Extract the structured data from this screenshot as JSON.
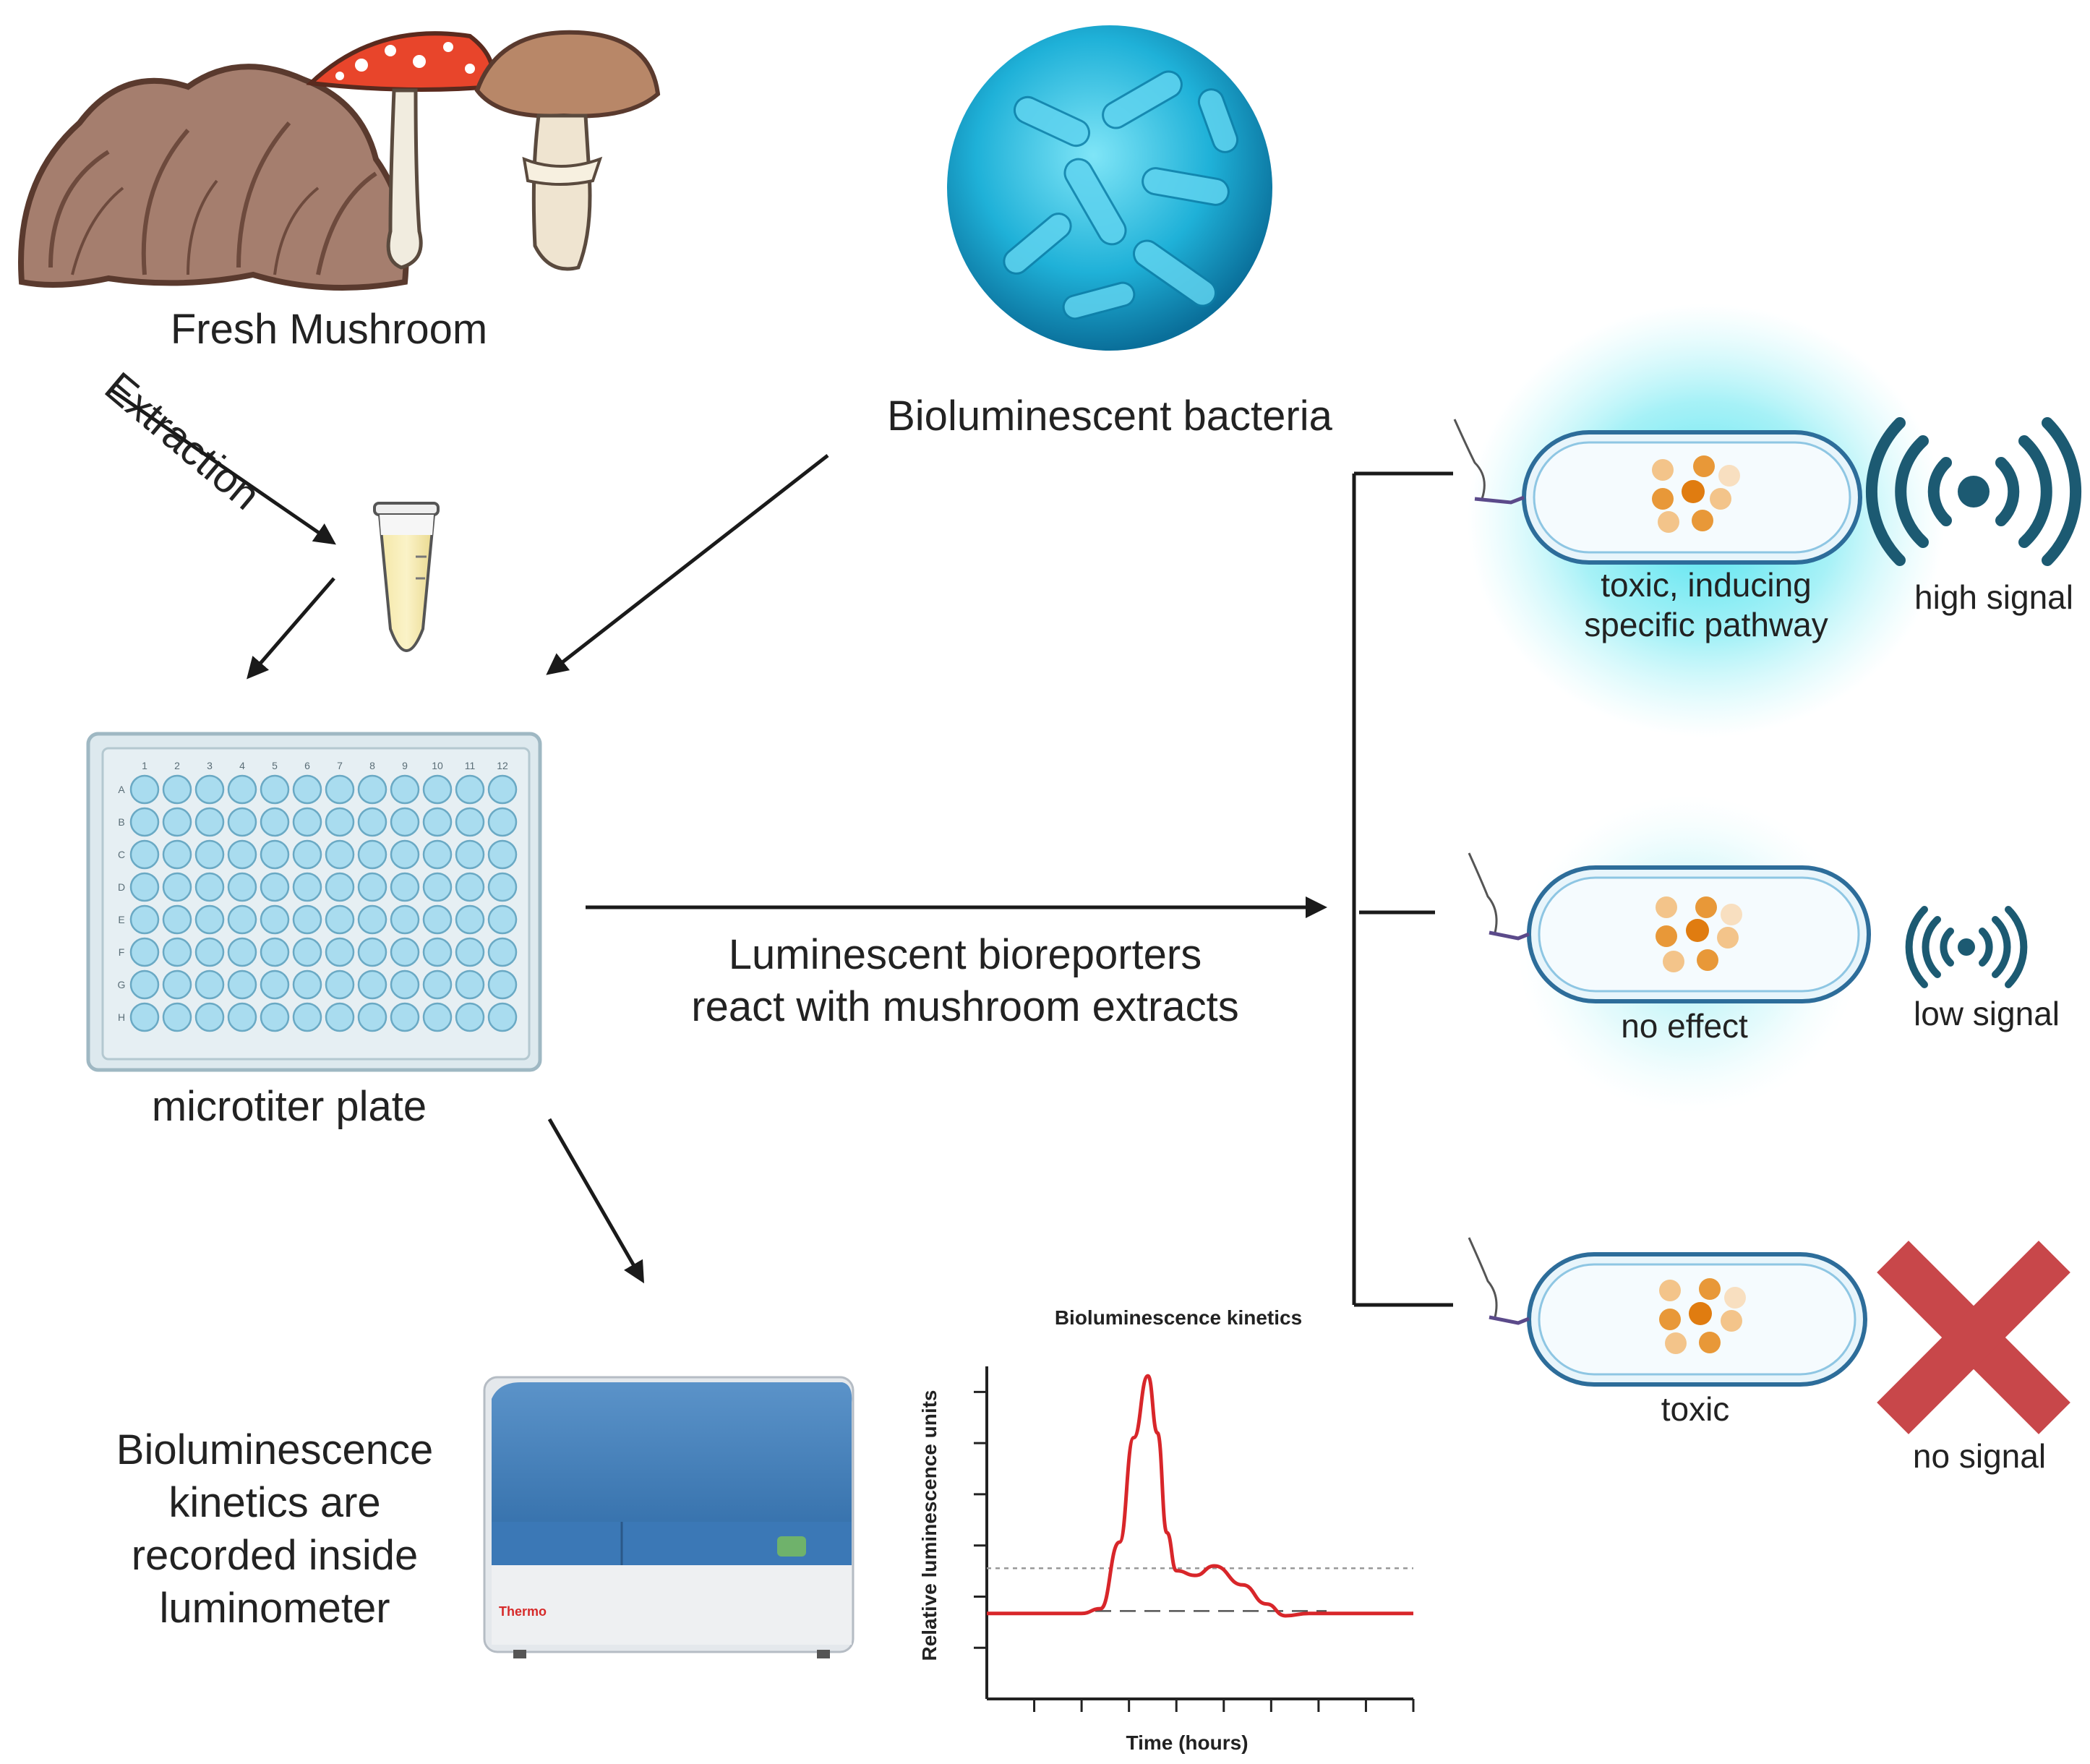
{
  "labels": {
    "fresh_mushroom": "Fresh Mushroom",
    "extraction": "Extraction",
    "bioluminescent_bacteria": "Bioluminescent bacteria",
    "microtiter_plate": "microtiter plate",
    "reaction_line1": "Luminescent bioreporters",
    "reaction_line2": "react with mushroom extracts",
    "kinetics_line1": "Bioluminescence",
    "kinetics_line2": "kinetics are",
    "kinetics_line3": "recorded inside",
    "kinetics_line4": "luminometer"
  },
  "outcomes": [
    {
      "cell_label_1": "toxic, inducing",
      "cell_label_2": "specific pathway",
      "signal": "high signal"
    },
    {
      "cell_label_1": "no effect",
      "cell_label_2": "",
      "signal": "low signal"
    },
    {
      "cell_label_1": "toxic",
      "cell_label_2": "",
      "signal": "no signal"
    }
  ],
  "plate": {
    "columns": [
      "1",
      "2",
      "3",
      "4",
      "5",
      "6",
      "7",
      "8",
      "9",
      "10",
      "11",
      "12"
    ],
    "rows": [
      "A",
      "B",
      "C",
      "D",
      "E",
      "F",
      "G",
      "H"
    ]
  },
  "instrument": {
    "brand": "Thermo"
  },
  "colors": {
    "glow": "#40e0ee",
    "signal_icon": "#1c5a72",
    "cross": "#c8474a",
    "curve": "#d8262a",
    "well": "#a9dcef"
  },
  "chart_data": {
    "type": "line",
    "title": "Bioluminescence kinetics",
    "xlabel": "Time (hours)",
    "ylabel": "Relative luminescence units",
    "x": [
      0,
      1,
      2,
      2.4,
      2.8,
      3.1,
      3.4,
      3.6,
      3.8,
      4.0,
      4.4,
      4.8,
      5.4,
      5.9,
      6.3,
      6.8,
      7.3,
      8,
      9
    ],
    "y": [
      1.8,
      1.8,
      1.8,
      1.9,
      3.3,
      5.5,
      6.8,
      5.6,
      3.5,
      2.7,
      2.6,
      2.8,
      2.4,
      2.0,
      1.75,
      1.8,
      1.8,
      1.8,
      1.8
    ],
    "baseline": 1.85,
    "threshold": 2.75,
    "xlim": [
      0,
      9
    ],
    "ylim": [
      0,
      7
    ],
    "grid": false
  }
}
